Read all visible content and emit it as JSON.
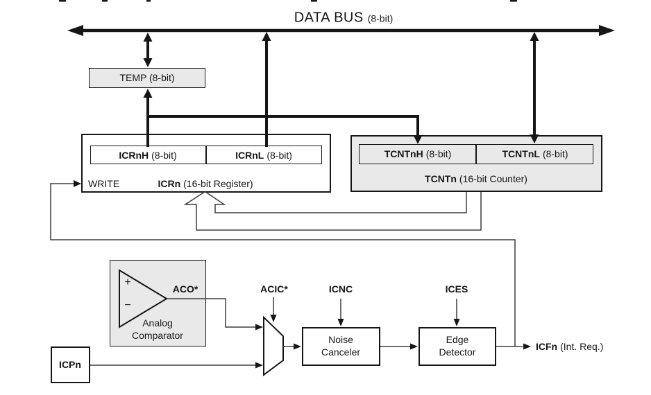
{
  "colors": {
    "line": "#161616",
    "thin_line": "#3d3d3d",
    "box_fill_gray": "#e9e9e9",
    "background": "#ffffff"
  },
  "bus": {
    "title": "DATA BUS",
    "width_note": "(8-bit)"
  },
  "temp": {
    "label": "TEMP (8-bit)"
  },
  "icrn": {
    "write_label": "WRITE",
    "high": {
      "name": "ICRnH",
      "note": "(8-bit)"
    },
    "low": {
      "name": "ICRnL",
      "note": "(8-bit)"
    },
    "caption": {
      "name": "ICRn",
      "note": "(16-bit Register)"
    }
  },
  "tcntn": {
    "high": {
      "name": "TCNTnH",
      "note": "(8-bit)"
    },
    "low": {
      "name": "TCNTnL",
      "note": "(8-bit)"
    },
    "caption": {
      "name": "TCNTn",
      "note": "(16-bit Counter)"
    }
  },
  "analog_comparator": {
    "plus": "+",
    "minus": "−",
    "name_line1": "Analog",
    "name_line2": "Comparator",
    "output": "ACO*"
  },
  "mux": {
    "select": "ACIC*"
  },
  "noise_canceler": {
    "line1": "Noise",
    "line2": "Canceler",
    "control": "ICNC"
  },
  "edge_detector": {
    "line1": "Edge",
    "line2": "Detector",
    "control": "ICES"
  },
  "icpn": {
    "label": "ICPn"
  },
  "icfn": {
    "name": "ICFn",
    "note": "(Int. Req.)"
  }
}
